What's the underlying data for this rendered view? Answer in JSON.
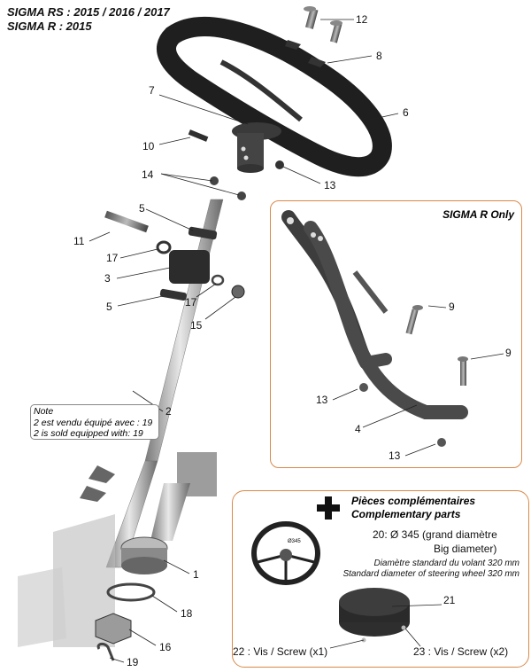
{
  "header": {
    "line1": "SIGMA RS : 2015 / 2016 / 2017",
    "line2": "SIGMA R   : 2015"
  },
  "callouts": [
    "12",
    "8",
    "6",
    "7",
    "10",
    "13",
    "14",
    "5",
    "11",
    "17",
    "3",
    "17",
    "15",
    "5",
    "2",
    "1",
    "18",
    "16",
    "19"
  ],
  "note": {
    "title": "Note",
    "fr": "2 est vendu équipé avec : 19",
    "en": "2 is sold equipped with: 19"
  },
  "sigma_r_box": {
    "title": "SIGMA R Only",
    "callouts": [
      "9",
      "9",
      "13",
      "4",
      "13"
    ]
  },
  "complementary": {
    "title_fr": "Pièces complémentaires",
    "title_en": "Complementary parts",
    "item20_line1": "20: Ø 345 (grand diamètre",
    "item20_line2": "Big diameter)",
    "std_fr": "Diamètre standard du volant 320 mm",
    "std_en": "Standard diameter of steering wheel 320 mm",
    "item21": "21",
    "item22": "22 : Vis / Screw (x1)",
    "item23": "23 : Vis / Screw (x2)",
    "wheel_label": "Ø345"
  },
  "colors": {
    "accent_border": "#d9894a",
    "part_dark": "#2b2b2b",
    "part_grey": "#9a9a9a"
  }
}
